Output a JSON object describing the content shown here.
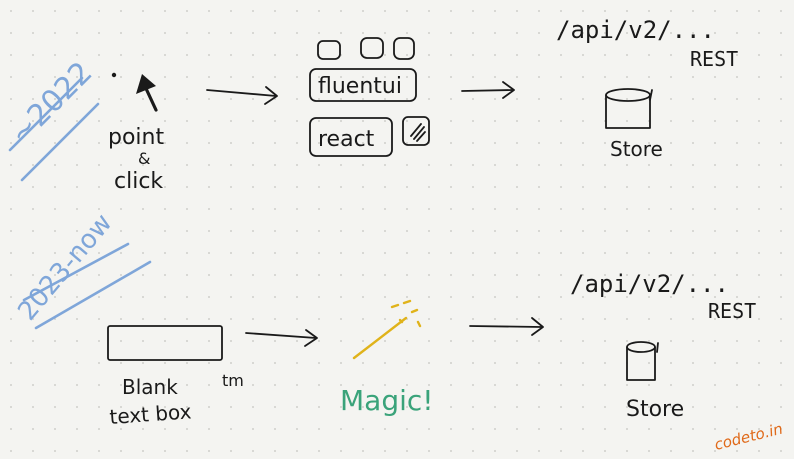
{
  "eras": {
    "old": "~2022",
    "new": "2023-now"
  },
  "row1": {
    "input_label_1": "point",
    "input_label_2": "&",
    "input_label_3": "click",
    "ui_lib": "fluentui",
    "ui_framework": "react",
    "api_path": "/api/v2/...",
    "api_style": "REST",
    "store_label": "Store"
  },
  "row2": {
    "textbox_label_1": "Blank",
    "textbox_tm": "tm",
    "textbox_label_2": "text box",
    "magic_label": "Magic!",
    "api_path": "/api/v2/...",
    "api_style": "REST",
    "store_label": "Store"
  },
  "watermark": "codeto.in",
  "colors": {
    "ink": "#1a1a1a",
    "era_blue": "#7fa6d9",
    "magic_green": "#3aa37a",
    "wand_yellow": "#e0b31a",
    "watermark_orange": "#e06a1a"
  }
}
